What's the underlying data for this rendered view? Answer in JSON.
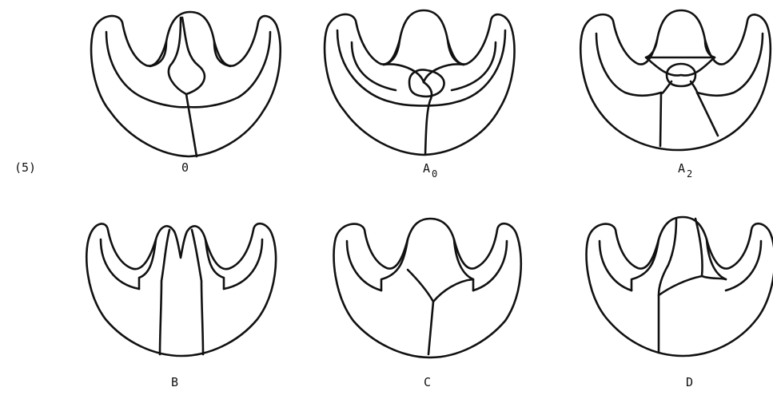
{
  "equation_number": "(5)",
  "figures": [
    {
      "id": "0",
      "label": "0",
      "label_sub": ""
    },
    {
      "id": "A0",
      "label": "A",
      "label_sub": "0"
    },
    {
      "id": "A2",
      "label": "A",
      "label_sub": "2"
    },
    {
      "id": "B",
      "label": "B",
      "label_sub": ""
    },
    {
      "id": "C",
      "label": "C",
      "label_sub": ""
    },
    {
      "id": "D",
      "label": "D",
      "label_sub": ""
    }
  ],
  "colors": {
    "ink": "#111111",
    "paper": "#ffffff"
  }
}
